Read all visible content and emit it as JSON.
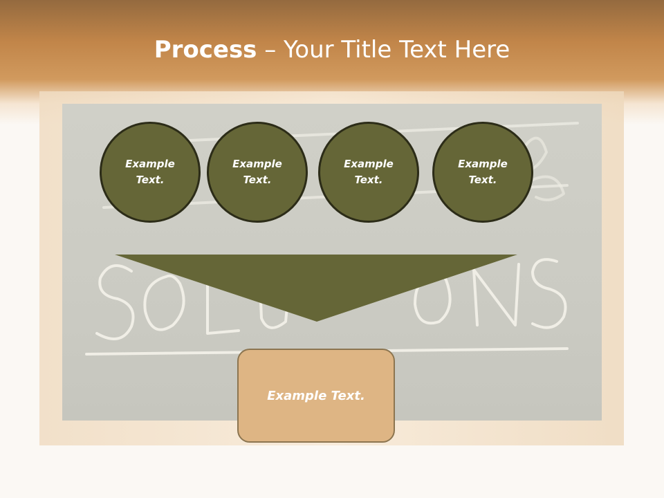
{
  "slide": {
    "title_strong": "Process",
    "title_rest": " – Your Title Text Here",
    "circles": [
      {
        "line1": "Example",
        "line2": "Text."
      },
      {
        "line1": "Example",
        "line2": "Text."
      },
      {
        "line1": "Example",
        "line2": "Text."
      },
      {
        "line1": "Example",
        "line2": "Text."
      }
    ],
    "box_text": "Example Text.",
    "colors": {
      "header": "#c18549",
      "circle_fill": "#656637",
      "circle_border": "#2c2c18",
      "funnel": "#656637",
      "box_fill": "#deb584",
      "board": "#cbcbc3"
    },
    "background_image": "chalkboard-problems-solutions"
  }
}
